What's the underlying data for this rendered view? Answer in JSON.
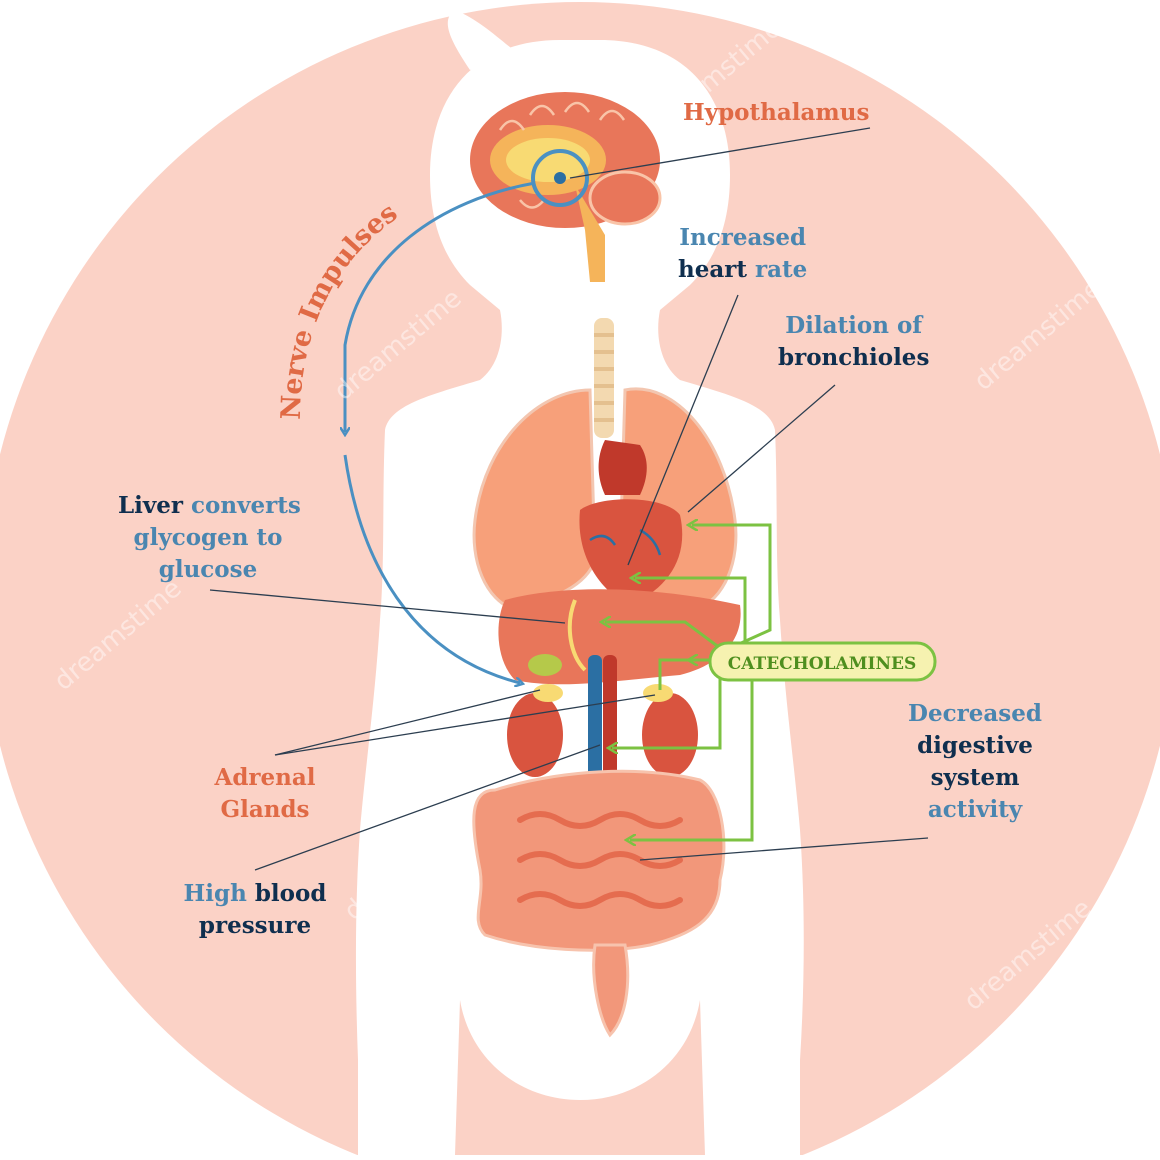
{
  "labels": {
    "hypothalamus": "Hypothalamus",
    "heart_rate_line1": "Increased",
    "heart_rate_line2a": "heart",
    "heart_rate_line2b": "rate",
    "bronchioles_line1": "Dilation of",
    "bronchioles_line2": "bronchioles",
    "liver_line1a": "Liver",
    "liver_line1b": "converts",
    "liver_line2": "glycogen to",
    "liver_line3": "glucose",
    "adrenal_line1": "Adrenal",
    "adrenal_line2": "Glands",
    "pressure_line1a": "High",
    "pressure_line1b": "blood",
    "pressure_line2": "pressure",
    "digestive_line1": "Decreased",
    "digestive_line2": "digestive",
    "digestive_line3": "system",
    "digestive_line4": "activity",
    "nerve_impulses": "Nerve Impulses",
    "catecholamines": "CATECHOLAMINES"
  },
  "watermark": "dreamstime",
  "colors": {
    "background_circle": "#fbd2c6",
    "body_silhouette": "#ffffff",
    "label_orange": "#e06a45",
    "label_teal": "#4a86b0",
    "label_navy": "#0f2f4f",
    "nerve_arrow": "#4a90c2",
    "hormone_arrow": "#7cc242",
    "catecholamines_box": "#f6f2b0",
    "organ_red": "#e8765a"
  }
}
